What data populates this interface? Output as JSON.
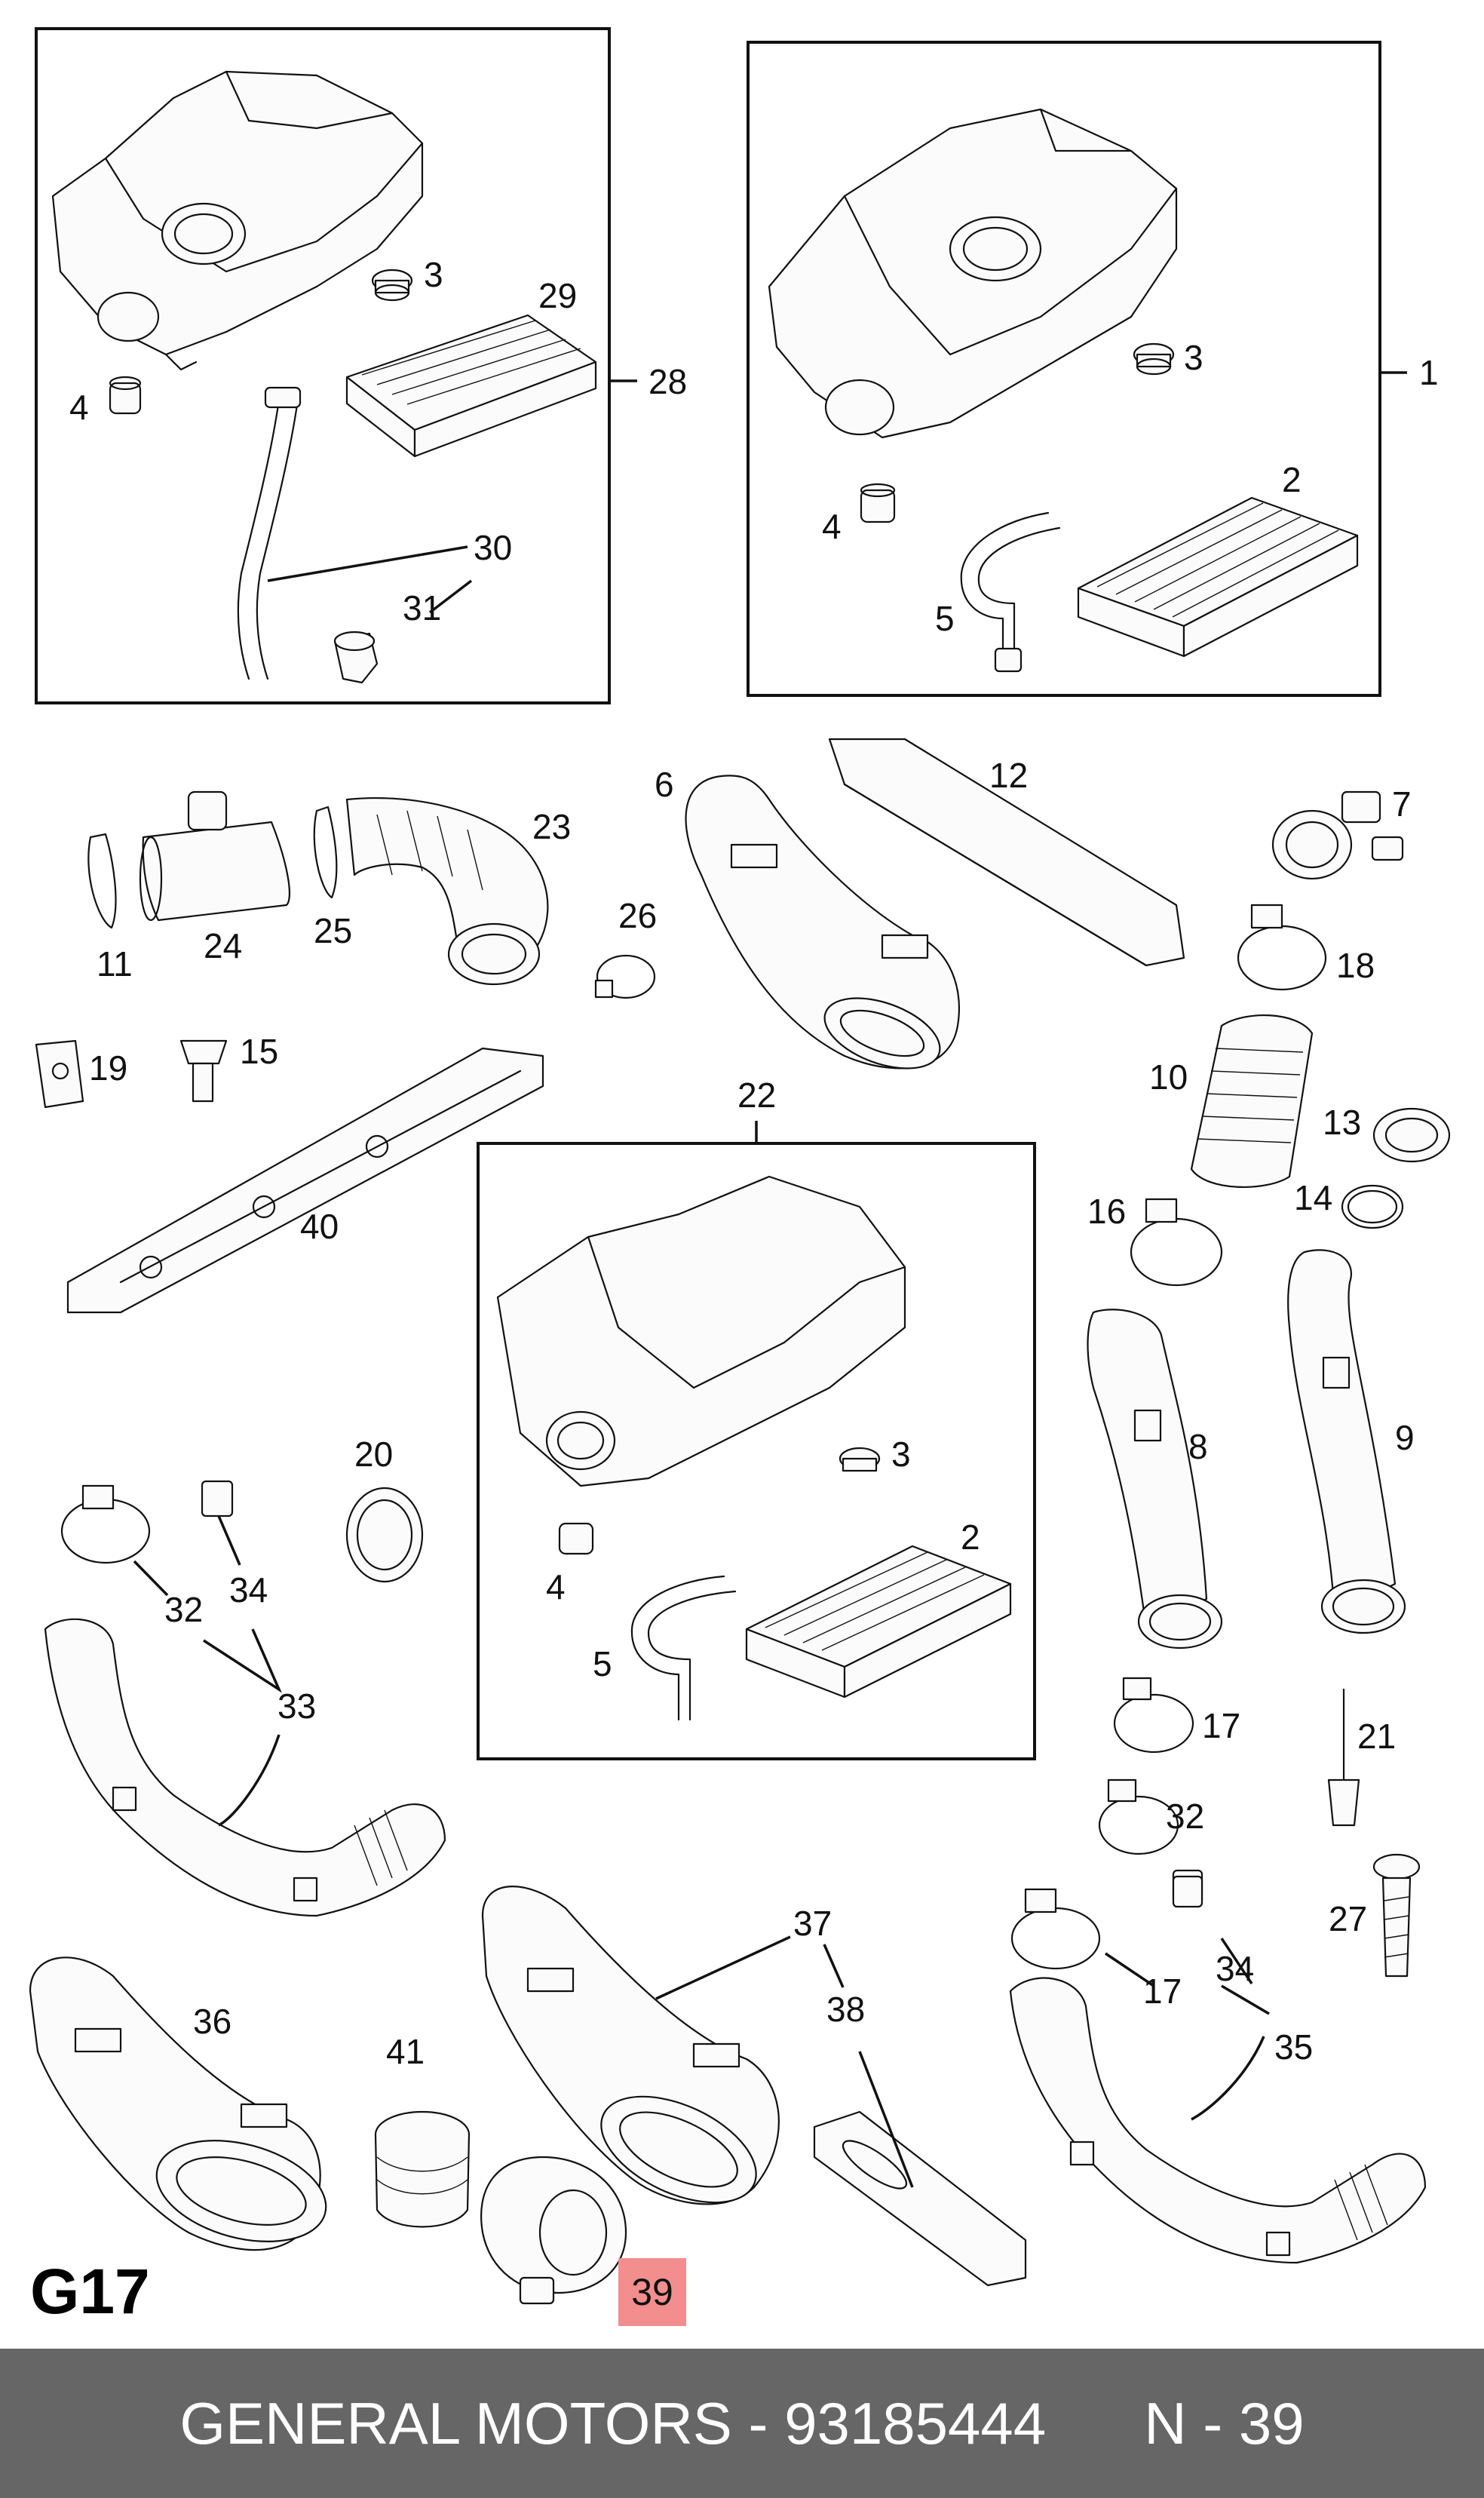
{
  "diagram": {
    "group_code": "G17",
    "highlighted_part": "39",
    "callouts": [
      "1",
      "2",
      "3",
      "4",
      "5",
      "6",
      "7",
      "8",
      "9",
      "10",
      "11",
      "12",
      "13",
      "14",
      "15",
      "16",
      "17",
      "18",
      "19",
      "20",
      "21",
      "22",
      "23",
      "24",
      "25",
      "26",
      "27",
      "28",
      "29",
      "30",
      "31",
      "32",
      "33",
      "34",
      "35",
      "36",
      "37",
      "38",
      "39",
      "40",
      "41"
    ],
    "box_labels": {
      "top_left": "28",
      "top_right": "1",
      "middle": "22"
    }
  },
  "footer": {
    "brand": "GENERAL MOTORS",
    "part_number": "93185444",
    "index": "N - 39",
    "text": "GENERAL MOTORS - 93185444      N - 39"
  },
  "colors": {
    "footer_bg": "#666666",
    "highlight_bg": "#f28e8e"
  }
}
